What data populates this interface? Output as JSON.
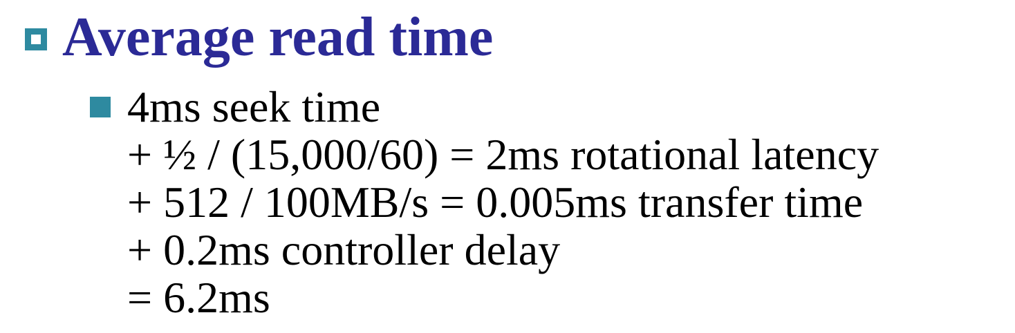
{
  "colors": {
    "title": "#2b2a96",
    "accent": "#2e8aa0",
    "text": "#000000"
  },
  "heading": {
    "bullet_icon": "hollow-square-icon",
    "text": "Average read time"
  },
  "sub_item": {
    "bullet_icon": "filled-square-icon",
    "lines": [
      "4ms seek time",
      "+ ½ / (15,000/60) = 2ms rotational latency",
      "+ 512 / 100MB/s = 0.005ms transfer time",
      "+ 0.2ms controller delay",
      "= 6.2ms"
    ]
  }
}
